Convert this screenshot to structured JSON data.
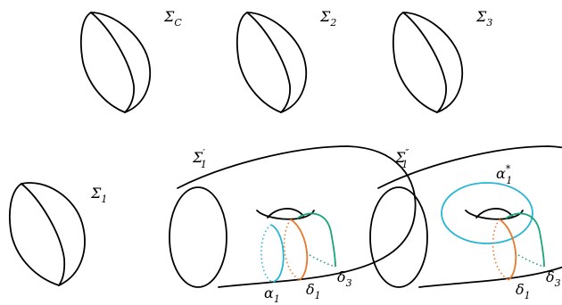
{
  "colors": {
    "ink": "#000000",
    "cyan": "#29b6d6",
    "orange": "#e8762b",
    "green": "#1aa37a"
  },
  "labels": {
    "sigma_c": {
      "base": "Σ",
      "sub": "C"
    },
    "sigma_2": {
      "base": "Σ",
      "sub": "2"
    },
    "sigma_3": {
      "base": "Σ",
      "sub": "3"
    },
    "sigma_1": {
      "base": "Σ",
      "sub": "1"
    },
    "sigma_1_prime": {
      "base": "Σ",
      "sup": "′",
      "sub": "1"
    },
    "sigma_1_dprime": {
      "base": "Σ",
      "sup": "″",
      "sub": "1"
    },
    "alpha_1": {
      "base": "α",
      "sub": "1"
    },
    "alpha_1_star": {
      "base": "α",
      "sup": "*",
      "sub": "1"
    },
    "delta_1_mid": {
      "base": "δ",
      "sub": "1"
    },
    "delta_3_mid": {
      "base": "δ",
      "sub": "3"
    },
    "delta_1_right": {
      "base": "δ",
      "sub": "1"
    },
    "delta_3_right": {
      "base": "δ",
      "sub": "3"
    }
  }
}
